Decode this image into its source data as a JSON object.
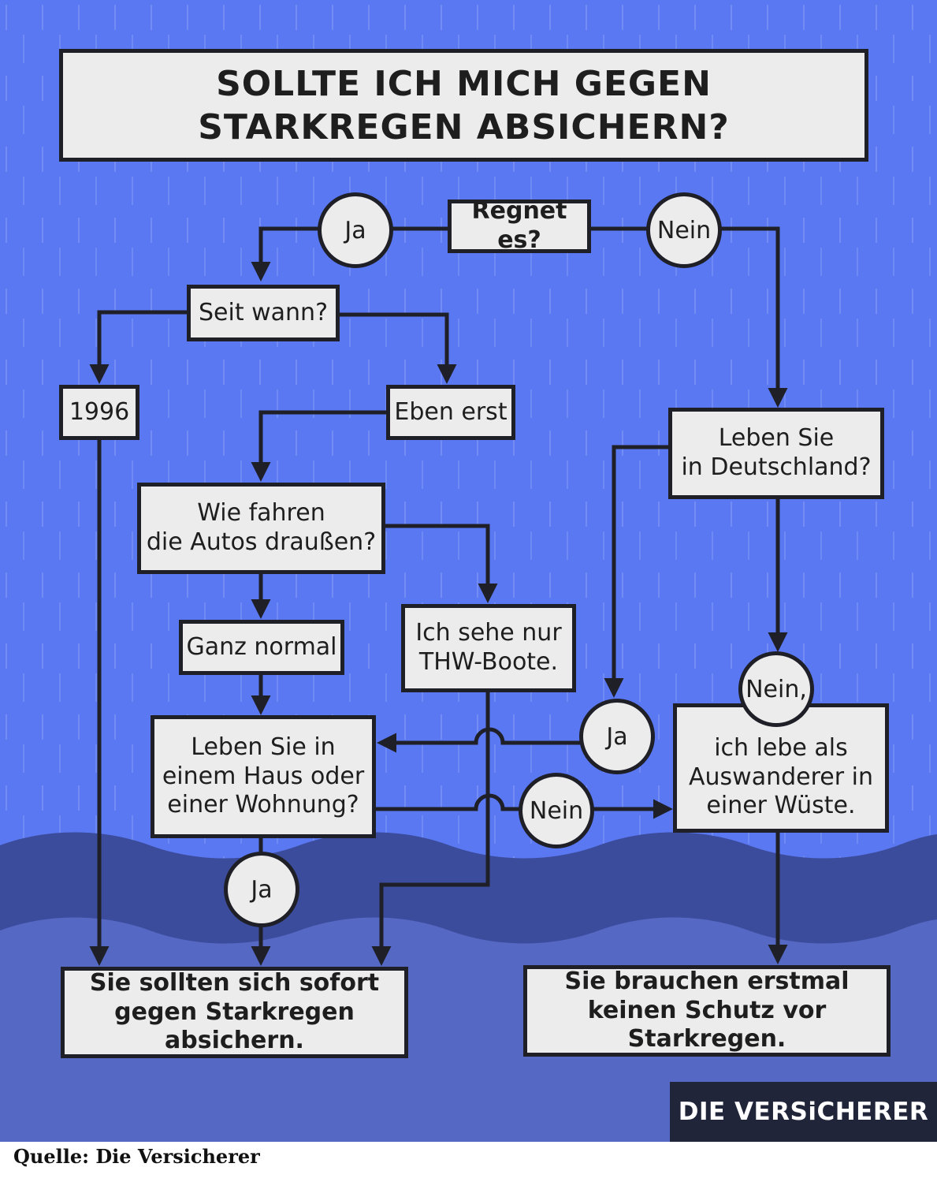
{
  "title": "SOLLTE ICH MICH GEGEN\nSTARKREGEN ABSICHERN?",
  "nodes": {
    "start": "Regnet es?",
    "since_when": "Seit wann?",
    "ans_1996": "1996",
    "ans_just_now": "Eben erst",
    "cars": "Wie fahren\ndie Autos draußen?",
    "cars_normal": "Ganz normal",
    "cars_boats": "Ich sehe nur\nTHW-Boote.",
    "live_germany": "Leben Sie\nin Deutschland?",
    "house_or_flat": "Leben Sie in\neinem Haus oder\neiner Wohnung?",
    "desert": "ich lebe als\nAuswanderer in\neiner Wüste.",
    "result_insure": "Sie sollten sich sofort\ngegen Starkregen absichern.",
    "result_no_need": "Sie brauchen erstmal\nkeinen Schutz vor Starkregen."
  },
  "answers": {
    "yes_rain": "Ja",
    "no_rain": "Nein",
    "yes_germany": "Ja",
    "no_germany": "Nein,",
    "no_house": "Nein",
    "yes_house": "Ja"
  },
  "brand": "DIE VERSiCHERER",
  "source": "Quelle: Die Versicherer",
  "colors": {
    "background": "#5a78f2",
    "wave_dark": "#3c4c9c",
    "wave_light": "#5468c4",
    "box_fill": "#ececec",
    "line": "#1f1f28",
    "brand_bg": "#20253a"
  }
}
